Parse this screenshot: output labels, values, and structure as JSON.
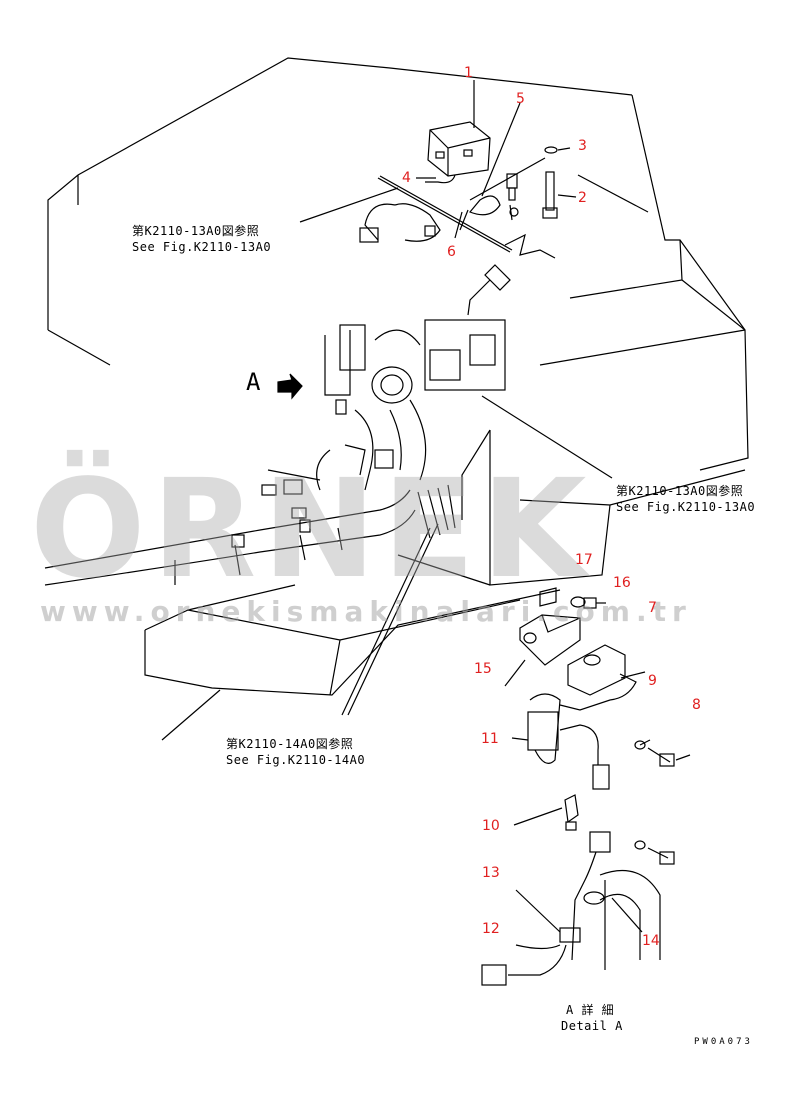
{
  "colors": {
    "callout_number": "#e02020",
    "line": "#000000",
    "watermark_gray": "#aaaaaa",
    "watermark_accent": "#f4d27a"
  },
  "callouts": {
    "c1": "1",
    "c2": "2",
    "c3": "3",
    "c4": "4",
    "c5": "5",
    "c6": "6",
    "c7": "7",
    "c8": "8",
    "c9": "9",
    "c10": "10",
    "c11": "11",
    "c12": "12",
    "c13": "13",
    "c14": "14",
    "c15": "15",
    "c16": "16",
    "c17": "17"
  },
  "references": {
    "ref_top_jp": "第K2110-13A0図参照",
    "ref_top_en": "See Fig.K2110-13A0",
    "ref_right_jp": "第K2110-13A0図参照",
    "ref_right_en": "See Fig.K2110-13A0",
    "ref_bottom_jp": "第K2110-14A0図参照",
    "ref_bottom_en": "See Fig.K2110-14A0"
  },
  "view_marker": "A",
  "detail": {
    "jp": "A 詳 細",
    "en": "Detail A"
  },
  "drawing_code": "PW0A073",
  "watermark": {
    "brand": "ÖRNEK",
    "url": "www.ornekismakinalari.com.tr"
  }
}
